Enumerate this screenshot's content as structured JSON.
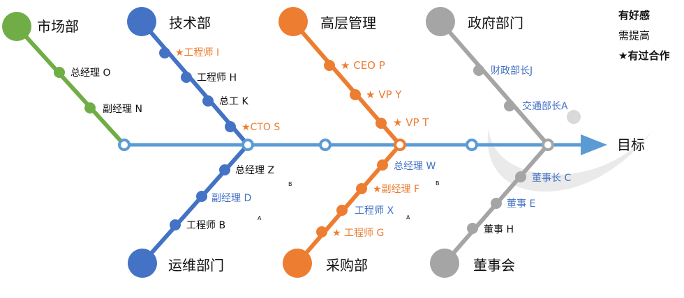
{
  "goal": "目标",
  "departments": {
    "marketing": "市场部",
    "tech": "技术部",
    "executive": "高层管理",
    "government": "政府部门",
    "ops": "运维部门",
    "purchasing": "采购部",
    "board": "董事会"
  },
  "people": {
    "gm_o": "总经理 O",
    "deputy_n": "副经理 N",
    "eng_i": "★工程师 I",
    "eng_h": "工程师 H",
    "chief_k": "总工 K",
    "cto_s": "★CTO S",
    "ceo_p": "★ CEO P",
    "vp_y": "★ VP Y",
    "vp_t": "★ VP T",
    "finance_j": "财政部长J",
    "transport_a": "交通部长A",
    "gm_z": "总经理 Z",
    "deputy_d": "副经理 D",
    "eng_b": "工程师 B",
    "gm_w": "总经理 W",
    "deputy_f": "★副经理 F",
    "eng_x": "工程师 X",
    "eng_g": "★ 工程师 G",
    "chair_c": "董事长 C",
    "director_e": "董事 E",
    "director_h": "董事 H"
  },
  "small_marks": {
    "b1": "B",
    "a1": "A",
    "b2": "B",
    "a2": "A"
  },
  "legend": {
    "favorable": "有好感",
    "needs_improvement": "需提高",
    "cooperated": "★有过合作"
  },
  "colors": {
    "spine": "#5b9bd5",
    "marketing": "#70ad47",
    "tech": "#4472c4",
    "executive": "#ed7d31",
    "government": "#a5a5a5",
    "text_dark": "#111111",
    "text_orange": "#ed7d31",
    "text_blue": "#4472c4"
  }
}
